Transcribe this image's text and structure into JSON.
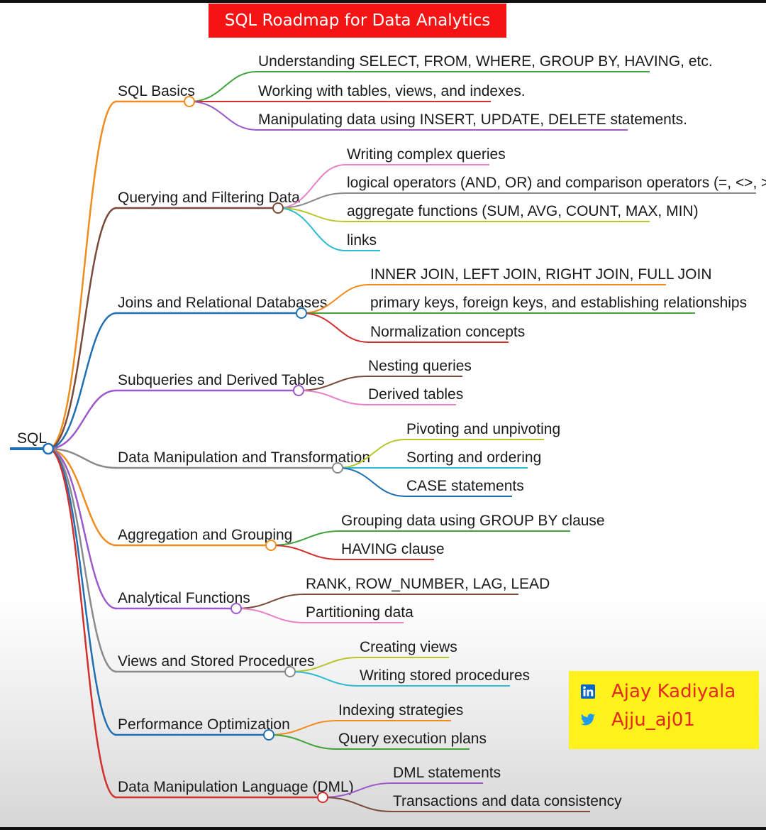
{
  "title": "SQL Roadmap for Data Analytics",
  "root": {
    "label": "SQL",
    "color": "#1f6fb2"
  },
  "branches": [
    {
      "label": "SQL Basics",
      "color": "#f08c1e",
      "children": [
        {
          "label": "Understanding SELECT, FROM, WHERE, GROUP BY, HAVING, etc.",
          "color": "#3fa43a"
        },
        {
          "label": "Working with tables, views, and indexes.",
          "color": "#d0302e"
        },
        {
          "label": "Manipulating data using INSERT, UPDATE, DELETE statements.",
          "color": "#9b59c9"
        }
      ]
    },
    {
      "label": "Querying and Filtering Data",
      "color": "#7a4b3a",
      "children": [
        {
          "label": "Writing complex queries",
          "color": "#e882c8"
        },
        {
          "label": "logical operators (AND, OR) and comparison operators (=, <>, >, <, etc.)",
          "color": "#8a8a8a"
        },
        {
          "label": "aggregate functions (SUM, AVG, COUNT, MAX, MIN)",
          "color": "#b8c62c"
        },
        {
          "label": "links",
          "color": "#2fbcd3"
        }
      ]
    },
    {
      "label": "Joins and Relational Databases",
      "color": "#1f6fb2",
      "children": [
        {
          "label": "INNER JOIN, LEFT JOIN, RIGHT JOIN, FULL JOIN",
          "color": "#f08c1e"
        },
        {
          "label": "primary keys, foreign keys, and establishing relationships",
          "color": "#3fa43a"
        },
        {
          "label": "Normalization concepts",
          "color": "#d0302e"
        }
      ]
    },
    {
      "label": "Subqueries and Derived Tables",
      "color": "#9b59c9",
      "children": [
        {
          "label": "Nesting queries",
          "color": "#7a4b3a"
        },
        {
          "label": "Derived tables",
          "color": "#e882c8"
        }
      ]
    },
    {
      "label": "Data Manipulation and Transformation",
      "color": "#8a8a8a",
      "children": [
        {
          "label": "Pivoting and unpivoting",
          "color": "#b8c62c"
        },
        {
          "label": "Sorting and ordering",
          "color": "#2fbcd3"
        },
        {
          "label": "CASE statements",
          "color": "#1f6fb2"
        }
      ]
    },
    {
      "label": "Aggregation and Grouping",
      "color": "#f08c1e",
      "children": [
        {
          "label": "Grouping data using GROUP BY clause",
          "color": "#3fa43a"
        },
        {
          "label": "HAVING clause",
          "color": "#d0302e"
        }
      ]
    },
    {
      "label": "Analytical Functions",
      "color": "#9b59c9",
      "children": [
        {
          "label": "RANK, ROW_NUMBER, LAG, LEAD",
          "color": "#7a4b3a"
        },
        {
          "label": "Partitioning data",
          "color": "#e882c8"
        }
      ]
    },
    {
      "label": "Views and Stored Procedures",
      "color": "#8a8a8a",
      "children": [
        {
          "label": "Creating views",
          "color": "#b8c62c"
        },
        {
          "label": "Writing stored procedures",
          "color": "#2fbcd3"
        }
      ]
    },
    {
      "label": "Performance Optimization",
      "color": "#1f6fb2",
      "children": [
        {
          "label": "Indexing strategies",
          "color": "#f08c1e"
        },
        {
          "label": "Query execution plans",
          "color": "#3fa43a"
        }
      ]
    },
    {
      "label": "Data Manipulation Language (DML)",
      "color": "#d0302e",
      "children": [
        {
          "label": "DML statements",
          "color": "#9b59c9"
        },
        {
          "label": "Transactions and data consistency",
          "color": "#7a4b3a"
        }
      ]
    }
  ],
  "credits": {
    "name": "Ajay Kadiyala",
    "handle": "Ajju_aj01",
    "name_icon": "linkedin-icon",
    "handle_icon": "twitter-icon",
    "box_color": "#fff21c",
    "text_color": "#e5281e"
  }
}
